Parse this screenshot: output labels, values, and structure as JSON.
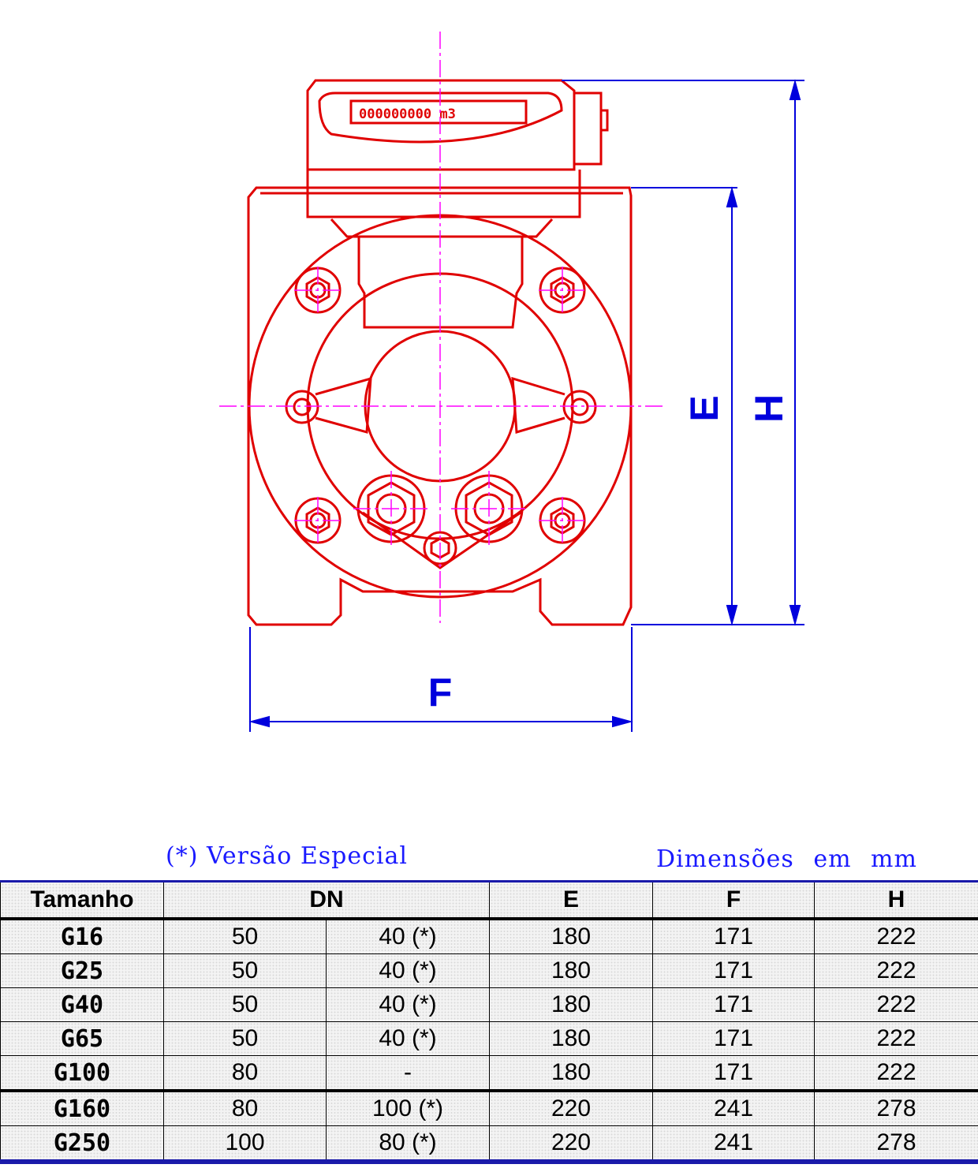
{
  "drawing": {
    "counter_text": "000000000 m3",
    "dim_labels": {
      "e": "E",
      "f": "F",
      "h": "H"
    },
    "colors": {
      "outline": "#e00000",
      "centerline": "#ff00ff",
      "dimension": "#0000dd"
    }
  },
  "notes": {
    "special_version": "(*) Versão Especial",
    "units": "Dimensões em mm"
  },
  "table": {
    "headers": {
      "size": "Tamanho",
      "dn": "DN",
      "e": "E",
      "f": "F",
      "h": "H"
    },
    "rows": [
      {
        "size": "G16",
        "dn1": "50",
        "dn2": "40 (*)",
        "e": "180",
        "f": "171",
        "h": "222"
      },
      {
        "size": "G25",
        "dn1": "50",
        "dn2": "40 (*)",
        "e": "180",
        "f": "171",
        "h": "222"
      },
      {
        "size": "G40",
        "dn1": "50",
        "dn2": "40 (*)",
        "e": "180",
        "f": "171",
        "h": "222"
      },
      {
        "size": "G65",
        "dn1": "50",
        "dn2": "40 (*)",
        "e": "180",
        "f": "171",
        "h": "222"
      },
      {
        "size": "G100",
        "dn1": "80",
        "dn2": "-",
        "e": "180",
        "f": "171",
        "h": "222"
      },
      {
        "size": "G160",
        "dn1": "80",
        "dn2": "100 (*)",
        "e": "220",
        "f": "241",
        "h": "278"
      },
      {
        "size": "G250",
        "dn1": "100",
        "dn2": "80 (*)",
        "e": "220",
        "f": "241",
        "h": "278"
      }
    ]
  }
}
